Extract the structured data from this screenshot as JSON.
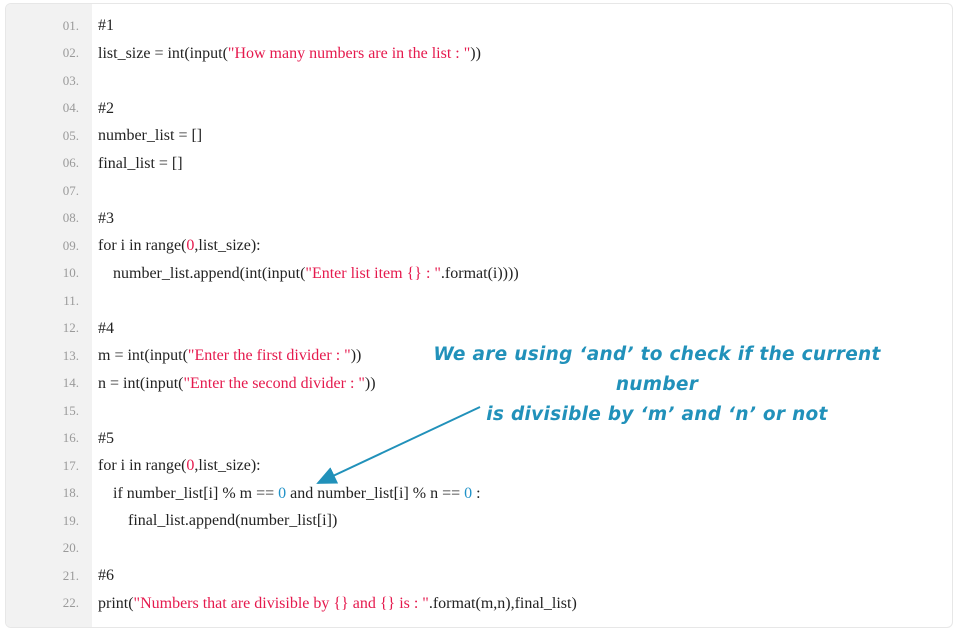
{
  "colors": {
    "code-text": "#232323",
    "token-red": "#e5194d",
    "token-blue": "#2092c8",
    "line-number": "#9a9a9a",
    "annotation": "#2191ba",
    "gutter-bg": "#f2f2f2",
    "card-border": "#e7e7e7"
  },
  "annotation": {
    "line1": "We are using ‘and’ to check if the current number",
    "line2": "is divisible by ‘m’ and ‘n’ or not"
  },
  "code": {
    "lines": [
      {
        "num": "01.",
        "indent": 0,
        "segments": [
          {
            "t": "#1",
            "c": "plain"
          }
        ]
      },
      {
        "num": "02.",
        "indent": 0,
        "segments": [
          {
            "t": "list_size = int(input(",
            "c": "plain"
          },
          {
            "t": "\"How many numbers are in the list : \"",
            "c": "red"
          },
          {
            "t": "))",
            "c": "plain"
          }
        ]
      },
      {
        "num": "03.",
        "indent": 0,
        "segments": []
      },
      {
        "num": "04.",
        "indent": 0,
        "segments": [
          {
            "t": "#2",
            "c": "plain"
          }
        ]
      },
      {
        "num": "05.",
        "indent": 0,
        "segments": [
          {
            "t": "number_list = []",
            "c": "plain"
          }
        ]
      },
      {
        "num": "06.",
        "indent": 0,
        "segments": [
          {
            "t": "final_list = []",
            "c": "plain"
          }
        ]
      },
      {
        "num": "07.",
        "indent": 0,
        "segments": []
      },
      {
        "num": "08.",
        "indent": 0,
        "segments": [
          {
            "t": "#3",
            "c": "plain"
          }
        ]
      },
      {
        "num": "09.",
        "indent": 0,
        "segments": [
          {
            "t": "for i in range(",
            "c": "plain"
          },
          {
            "t": "0",
            "c": "red"
          },
          {
            "t": ",list_size):",
            "c": "plain"
          }
        ]
      },
      {
        "num": "10.",
        "indent": 1,
        "segments": [
          {
            "t": "number_list.append(int(input(",
            "c": "plain"
          },
          {
            "t": "\"Enter list item {} : \"",
            "c": "red"
          },
          {
            "t": ".format(i))))",
            "c": "plain"
          }
        ]
      },
      {
        "num": "11.",
        "indent": 0,
        "segments": []
      },
      {
        "num": "12.",
        "indent": 0,
        "segments": [
          {
            "t": "#4",
            "c": "plain"
          }
        ]
      },
      {
        "num": "13.",
        "indent": 0,
        "segments": [
          {
            "t": "m = int(input(",
            "c": "plain"
          },
          {
            "t": "\"Enter the first divider : \"",
            "c": "red"
          },
          {
            "t": "))",
            "c": "plain"
          }
        ]
      },
      {
        "num": "14.",
        "indent": 0,
        "segments": [
          {
            "t": "n = int(input(",
            "c": "plain"
          },
          {
            "t": "\"Enter the second divider : \"",
            "c": "red"
          },
          {
            "t": "))",
            "c": "plain"
          }
        ]
      },
      {
        "num": "15.",
        "indent": 0,
        "segments": []
      },
      {
        "num": "16.",
        "indent": 0,
        "segments": [
          {
            "t": "#5",
            "c": "plain"
          }
        ]
      },
      {
        "num": "17.",
        "indent": 0,
        "segments": [
          {
            "t": "for i in range(",
            "c": "plain"
          },
          {
            "t": "0",
            "c": "red"
          },
          {
            "t": ",list_size):",
            "c": "plain"
          }
        ]
      },
      {
        "num": "18.",
        "indent": 1,
        "segments": [
          {
            "t": "if number_list[i] % m == ",
            "c": "plain"
          },
          {
            "t": "0",
            "c": "blue"
          },
          {
            "t": " and number_list[i] % n == ",
            "c": "plain"
          },
          {
            "t": "0",
            "c": "blue"
          },
          {
            "t": " :",
            "c": "plain"
          }
        ]
      },
      {
        "num": "19.",
        "indent": 2,
        "segments": [
          {
            "t": "final_list.append(number_list[i])",
            "c": "plain"
          }
        ]
      },
      {
        "num": "20.",
        "indent": 0,
        "segments": []
      },
      {
        "num": "21.",
        "indent": 0,
        "segments": [
          {
            "t": "#6",
            "c": "plain"
          }
        ]
      },
      {
        "num": "22.",
        "indent": 0,
        "segments": [
          {
            "t": "print(",
            "c": "plain"
          },
          {
            "t": "\"Numbers that are divisible by {} and {} is : \"",
            "c": "red"
          },
          {
            "t": ".format(m,n),final_list)",
            "c": "plain"
          }
        ]
      }
    ]
  }
}
